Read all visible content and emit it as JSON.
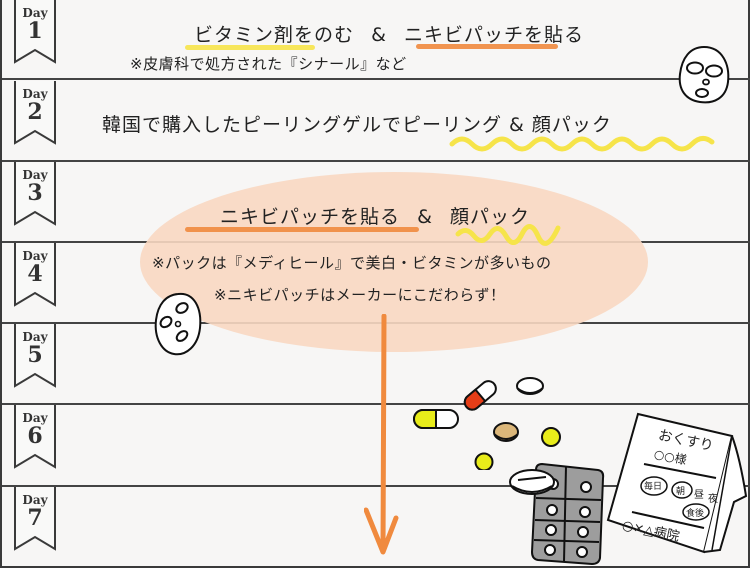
{
  "days": [
    {
      "label": "Day",
      "number": "1"
    },
    {
      "label": "Day",
      "number": "2"
    },
    {
      "label": "Day",
      "number": "3"
    },
    {
      "label": "Day",
      "number": "4"
    },
    {
      "label": "Day",
      "number": "5"
    },
    {
      "label": "Day",
      "number": "6"
    },
    {
      "label": "Day",
      "number": "7"
    }
  ],
  "day1": {
    "part1": "ビタミン剤をのむ",
    "amp": "&",
    "part2": "ニキビパッチを貼る",
    "note": "※皮膚科で処方された『シナール』など"
  },
  "day2": {
    "prefix": "韓国で購入したピーリングゲルで",
    "highlight": "ピーリング & 顔パック"
  },
  "day3_4": {
    "part1": "ニキビパッチを貼る",
    "amp": "&",
    "part2": "顔パック",
    "note1": "※パックは『メディヒール』で美白・ビタミンが多いもの",
    "note2": "※ニキビパッチはメーカーにこだわらず！"
  },
  "medicine_bag": {
    "line1": "おくすり",
    "line2": "○○様",
    "tag1": "毎日",
    "tag2": "朝",
    "tag3": "昼",
    "tag4": "夜",
    "tag5": "食後",
    "clinic": "○×△病院"
  },
  "colors": {
    "yellow_highlight": "#f6e44a",
    "orange_highlight": "#f08a3e",
    "blob": "#f8d8c2",
    "arrow": "#f08a3e"
  }
}
